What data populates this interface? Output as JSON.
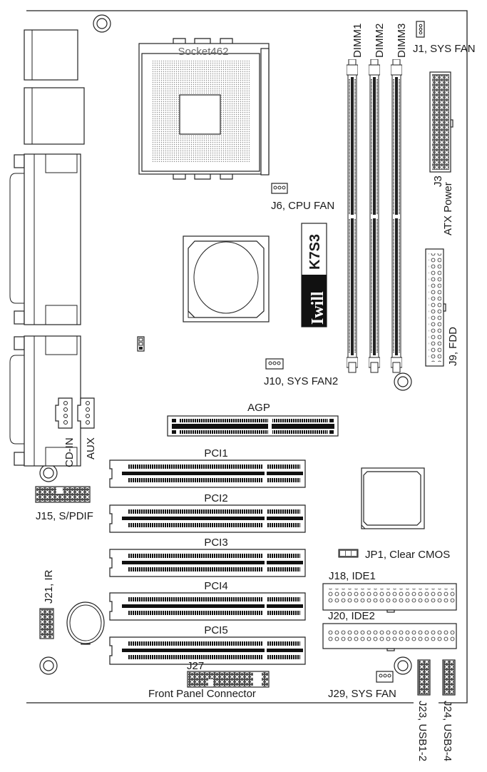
{
  "title_socket": "Socket462",
  "board_logo": {
    "model": "K7S3",
    "brand": "Iwill"
  },
  "labels": {
    "dimm1": "DIMM1",
    "dimm2": "DIMM2",
    "dimm3": "DIMM3",
    "j1": "J1, SYS FAN",
    "j3_a": "J3",
    "j3_b": "ATX Power",
    "j6": "J6, CPU FAN",
    "j9": "J9, FDD",
    "j10": "J10, SYS FAN2",
    "agp": "AGP",
    "cd_in": "CD-IN",
    "aux": "AUX",
    "pci1": "PCI1",
    "pci2": "PCI2",
    "pci3": "PCI3",
    "pci4": "PCI4",
    "pci5": "PCI5",
    "j15": "J15, S/PDIF",
    "jp1": "JP1, Clear CMOS",
    "j18": "J18, IDE1",
    "j20": "J20, IDE2",
    "j21": "J21, IR",
    "j27": "J27",
    "front_panel": "Front Panel Connector",
    "j29": "J29, SYS FAN",
    "j23": "J23, USB1-2",
    "j24": "J24, USB3-4"
  }
}
